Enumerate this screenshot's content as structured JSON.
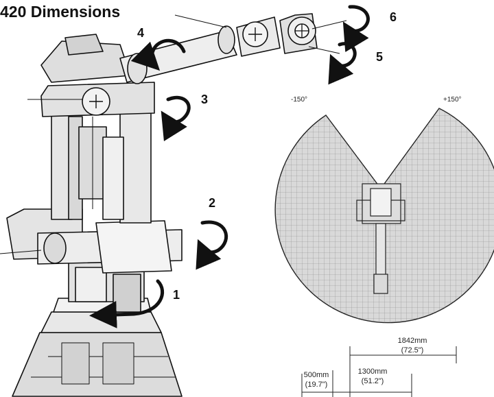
{
  "title": "420 Dimensions",
  "axes": [
    {
      "label": "1"
    },
    {
      "label": "2"
    },
    {
      "label": "3"
    },
    {
      "label": "4"
    },
    {
      "label": "5"
    },
    {
      "label": "6"
    }
  ],
  "envelope": {
    "angle_left": "-150°",
    "angle_right": "+150°"
  },
  "dimensions": [
    {
      "mm": "1842mm",
      "in": "(72.5\")"
    },
    {
      "mm": "1300mm",
      "in": "(51.2\")"
    },
    {
      "mm": "500mm",
      "in": "(19.7\")"
    }
  ],
  "colors": {
    "ink": "#111111",
    "shade": "#d6d6d6",
    "light": "#ececec",
    "grid": "#8a8a8a"
  }
}
